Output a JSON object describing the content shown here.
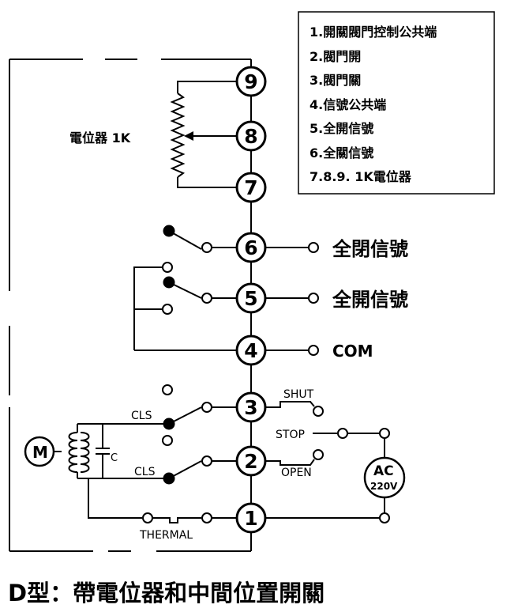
{
  "legend": [
    "1.開關閥門控制公共端",
    "2.閥門開",
    "3.閥門關",
    "4.信號公共端",
    "5.全開信號",
    "6.全關信號",
    "7.8.9. 1K電位器"
  ],
  "terminals": [
    "1",
    "2",
    "3",
    "4",
    "5",
    "6",
    "7",
    "8",
    "9"
  ],
  "labels": {
    "potentiometer": "電位器 1K",
    "signal_6": "全閉信號",
    "signal_5": "全開信號",
    "com": "COM",
    "shut": "SHUT",
    "stop": "STOP",
    "open": "OPEN",
    "cls_upper": "CLS",
    "cls_lower": "CLS",
    "motor": "M",
    "capacitor": "C",
    "thermal": "THERMAL",
    "ac": "AC",
    "ac_voltage": "220V"
  },
  "caption": "D型：帶電位器和中間位置開關"
}
